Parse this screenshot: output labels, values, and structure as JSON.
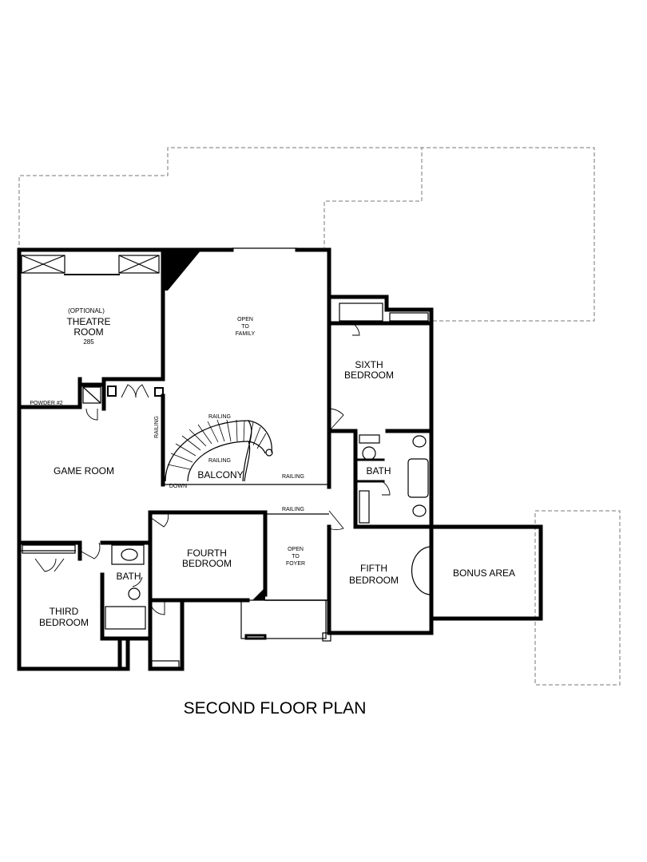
{
  "plan": {
    "title": "SECOND FLOOR PLAN",
    "rooms": {
      "theatre": {
        "line1": "(OPTIONAL)",
        "line2": "THEATRE",
        "line3": "ROOM",
        "line4": "285"
      },
      "open_family": {
        "line1": "OPEN",
        "line2": "TO",
        "line3": "FAMILY"
      },
      "sixth_bedroom": {
        "line1": "SIXTH",
        "line2": "BEDROOM"
      },
      "powder": "POWDER #2",
      "game_room": "GAME ROOM",
      "balcony": "BALCONY",
      "bath_right": "BATH",
      "bath_left": "BATH",
      "fourth_bedroom": {
        "line1": "FOURTH",
        "line2": "BEDROOM"
      },
      "open_foyer": {
        "line1": "OPEN",
        "line2": "TO",
        "line3": "FOYER"
      },
      "fifth_bedroom": {
        "line1": "FIFTH",
        "line2": "BEDROOM"
      },
      "bonus_area": "BONUS AREA",
      "third_bedroom": {
        "line1": "THIRD",
        "line2": "BEDROOM"
      }
    },
    "annotations": {
      "railing_top": "RAILING",
      "railing_stair": "RAILING",
      "railing_balcony": "RAILING",
      "railing_foyer": "RAILING",
      "railing_vertical": "RAILING",
      "down": "DOWN"
    }
  }
}
